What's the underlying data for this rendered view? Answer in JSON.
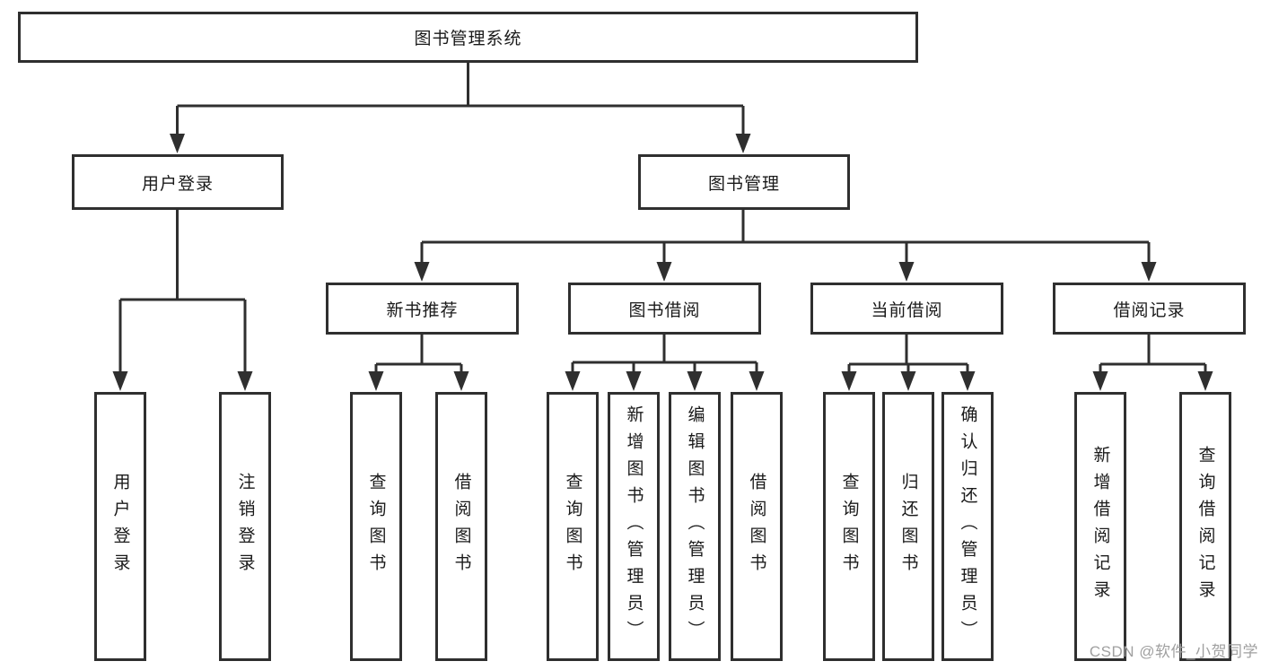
{
  "diagram": {
    "tree": {
      "label": "图书管理系统",
      "children": [
        {
          "label": "用户登录",
          "children": [
            {
              "label": "用户登录"
            },
            {
              "label": "注销登录"
            }
          ]
        },
        {
          "label": "图书管理",
          "children": [
            {
              "label": "新书推荐",
              "children": [
                {
                  "label": "查询图书"
                },
                {
                  "label": "借阅图书"
                }
              ]
            },
            {
              "label": "图书借阅",
              "children": [
                {
                  "label": "查询图书"
                },
                {
                  "label": "新增图书（管理员）"
                },
                {
                  "label": "编辑图书（管理员）"
                },
                {
                  "label": "借阅图书"
                }
              ]
            },
            {
              "label": "当前借阅",
              "children": [
                {
                  "label": "查询图书"
                },
                {
                  "label": "归还图书"
                },
                {
                  "label": "确认归还（管理员）"
                }
              ]
            },
            {
              "label": "借阅记录",
              "children": [
                {
                  "label": "新增借阅记录"
                },
                {
                  "label": "查询借阅记录"
                }
              ]
            }
          ]
        }
      ]
    },
    "watermark": "CSDN @软件_小贺同学",
    "colors": {
      "line": "#2f2f2f",
      "text": "#1a1a1a",
      "background": "#ffffff",
      "watermark": "#a0a0a0"
    }
  }
}
